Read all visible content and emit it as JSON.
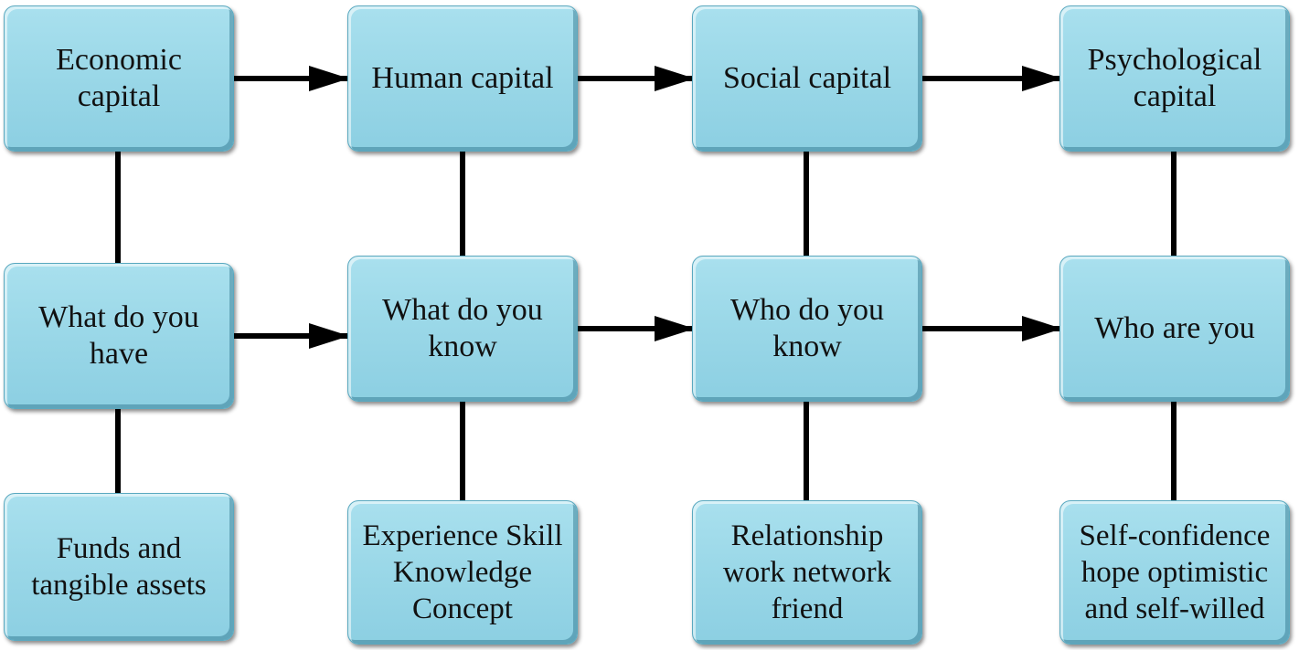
{
  "capitals": [
    {
      "label": "Economic\ncapital"
    },
    {
      "label": "Human capital"
    },
    {
      "label": "Social capital"
    },
    {
      "label": "Psychological\ncapital"
    }
  ],
  "questions": [
    {
      "label": "What do you\nhave"
    },
    {
      "label": "What do you\nknow"
    },
    {
      "label": "Who do you\nknow"
    },
    {
      "label": "Who are you"
    }
  ],
  "details": [
    {
      "label": "Funds and\ntangible assets"
    },
    {
      "label": "Experience Skill\nKnowledge\nConcept"
    },
    {
      "label": "Relationship\nwork network\nfriend"
    },
    {
      "label": "Self-confidence\nhope optimistic\nand self-willed"
    }
  ],
  "colors": {
    "box_fill": "#9bd8e8",
    "box_border": "#5aa9c0",
    "connector": "#000000"
  }
}
